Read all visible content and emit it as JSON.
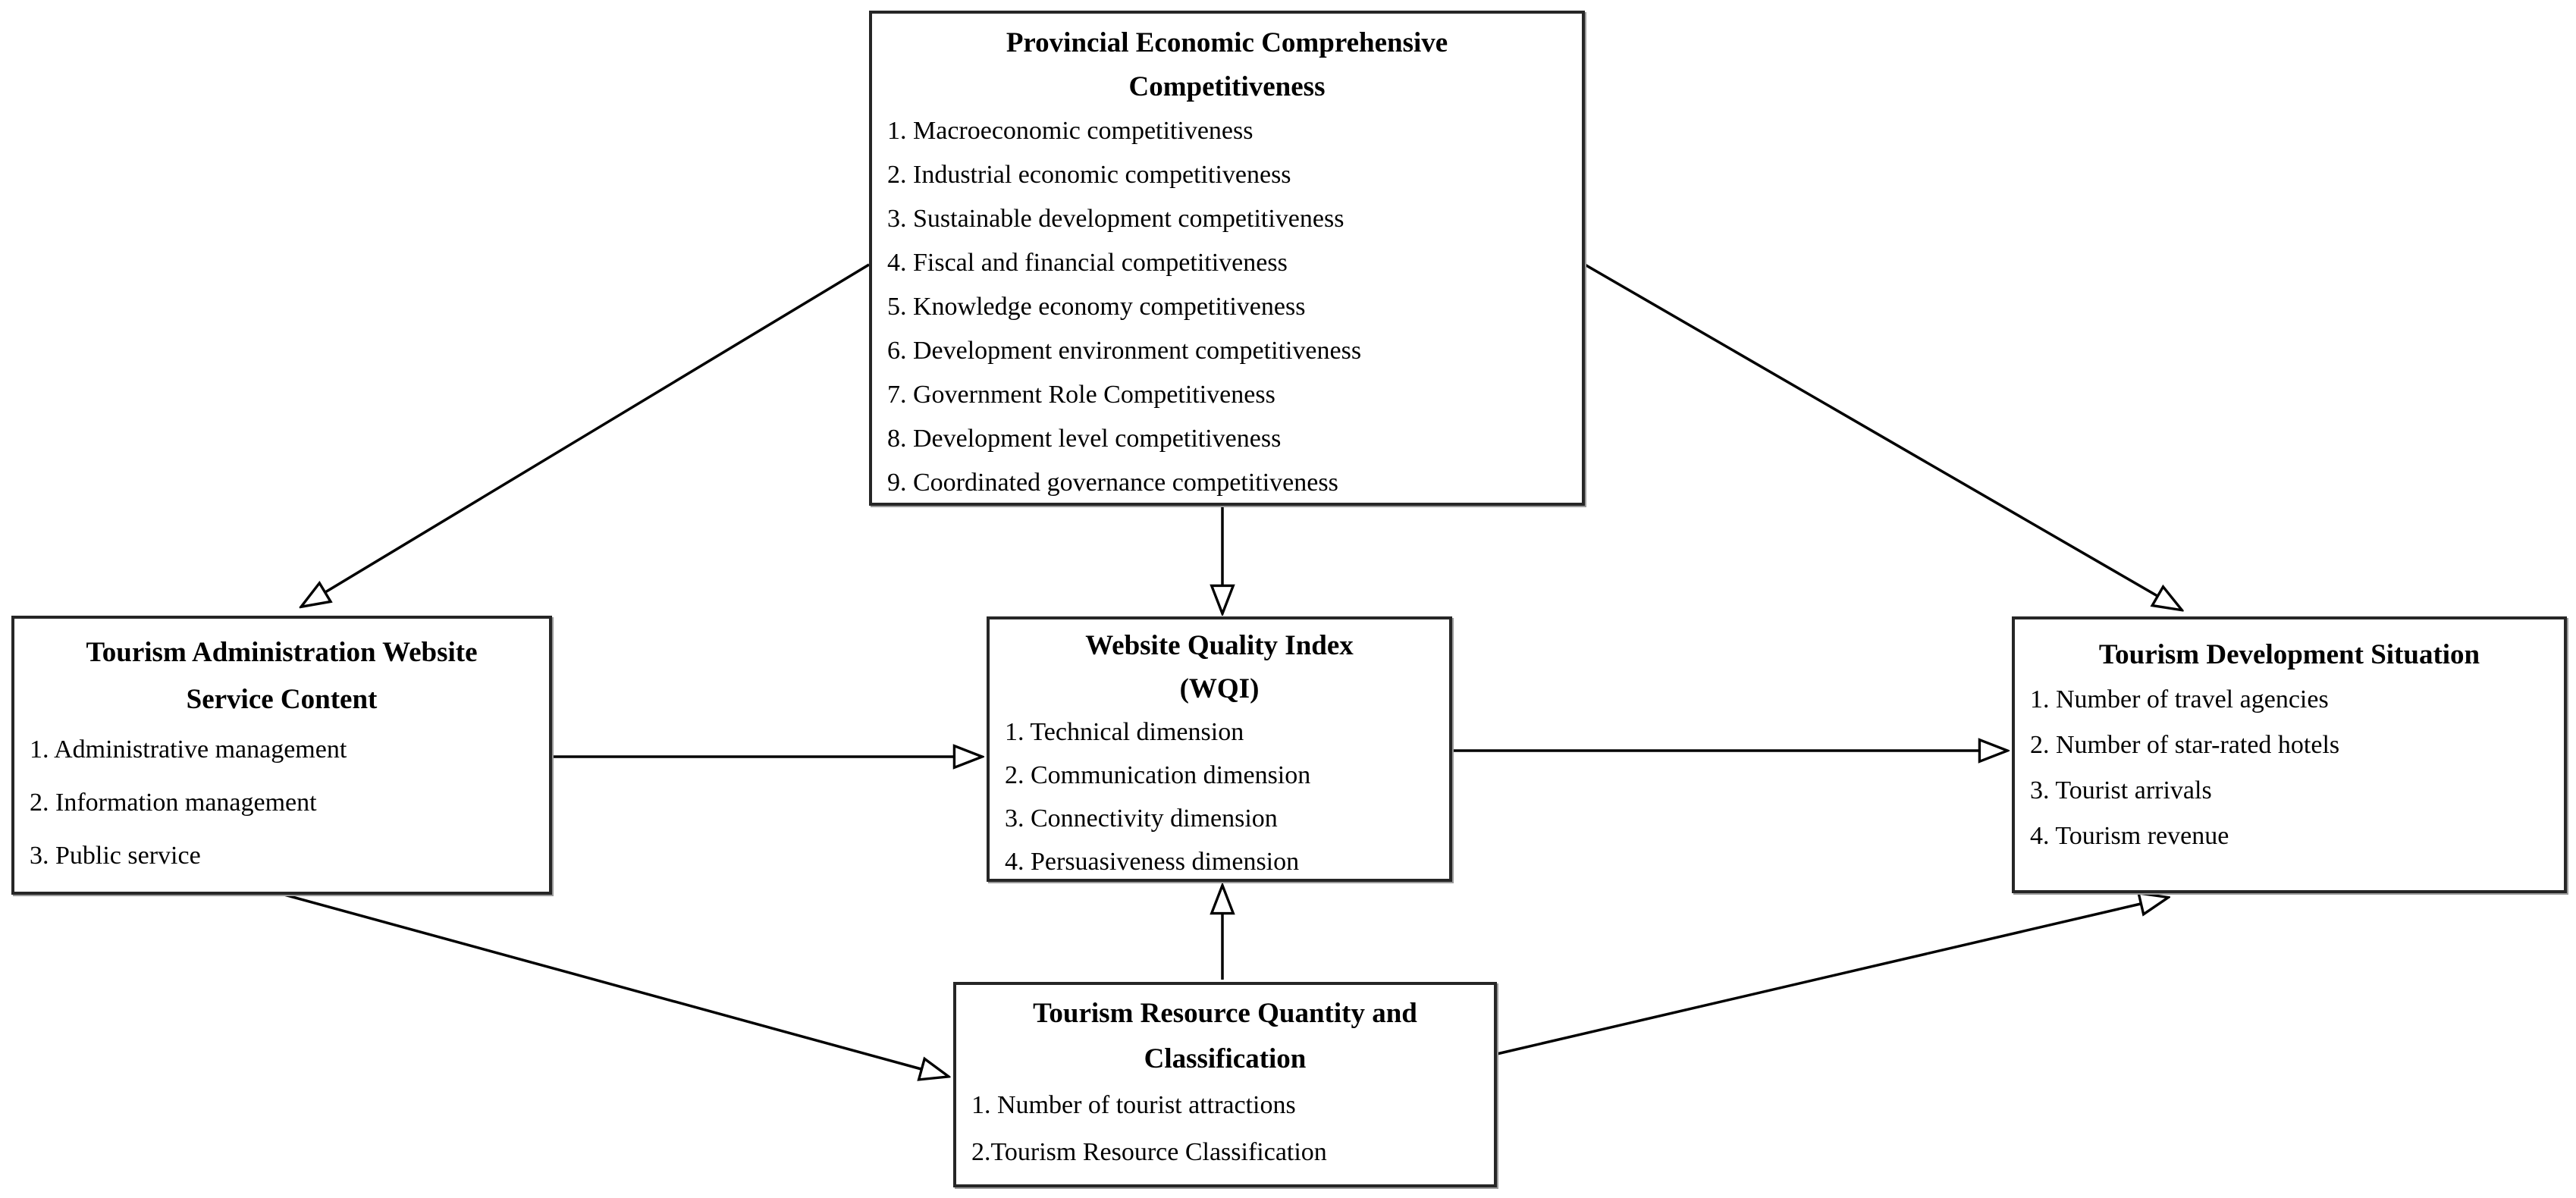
{
  "page": {
    "background_color": "#ffffff",
    "box_border_color": "#262626",
    "arrow_color": "#000000",
    "text_color": "#000000"
  },
  "boxes": {
    "provincial": {
      "title_lines": [
        "Provincial Economic Comprehensive",
        "Competitiveness"
      ],
      "items": [
        "1. Macroeconomic competitiveness",
        "2. Industrial economic competitiveness",
        "3. Sustainable development competitiveness",
        "4. Fiscal and financial competitiveness",
        "5. Knowledge economy competitiveness",
        "6. Development environment competitiveness",
        "7. Government Role Competitiveness",
        "8. Development level competitiveness",
        "9. Coordinated governance competitiveness"
      ]
    },
    "website_content": {
      "title_lines": [
        "Tourism Administration Website",
        "Service Content"
      ],
      "items": [
        "1. Administrative management",
        "2. Information management",
        "3. Public service"
      ]
    },
    "wqi": {
      "title_lines": [
        "Website Quality Index",
        "(WQI)"
      ],
      "items": [
        "1. Technical dimension",
        "2. Communication dimension",
        "3. Connectivity dimension",
        "4. Persuasiveness dimension"
      ]
    },
    "development": {
      "title_lines": [
        "Tourism Development Situation"
      ],
      "items": [
        "1. Number of travel agencies",
        "2. Number of star-rated hotels",
        "3. Tourist arrivals",
        "4. Tourism revenue"
      ]
    },
    "resources": {
      "title_lines": [
        "Tourism Resource Quantity and",
        "Classification"
      ],
      "items": [
        "1. Number of tourist attractions",
        "2.Tourism Resource Classification"
      ]
    }
  },
  "connections": [
    {
      "from": "provincial",
      "to": "website_content"
    },
    {
      "from": "provincial",
      "to": "wqi"
    },
    {
      "from": "provincial",
      "to": "development"
    },
    {
      "from": "website_content",
      "to": "wqi"
    },
    {
      "from": "wqi",
      "to": "development"
    },
    {
      "from": "website_content",
      "to": "resources"
    },
    {
      "from": "resources",
      "to": "wqi"
    },
    {
      "from": "resources",
      "to": "development"
    }
  ]
}
